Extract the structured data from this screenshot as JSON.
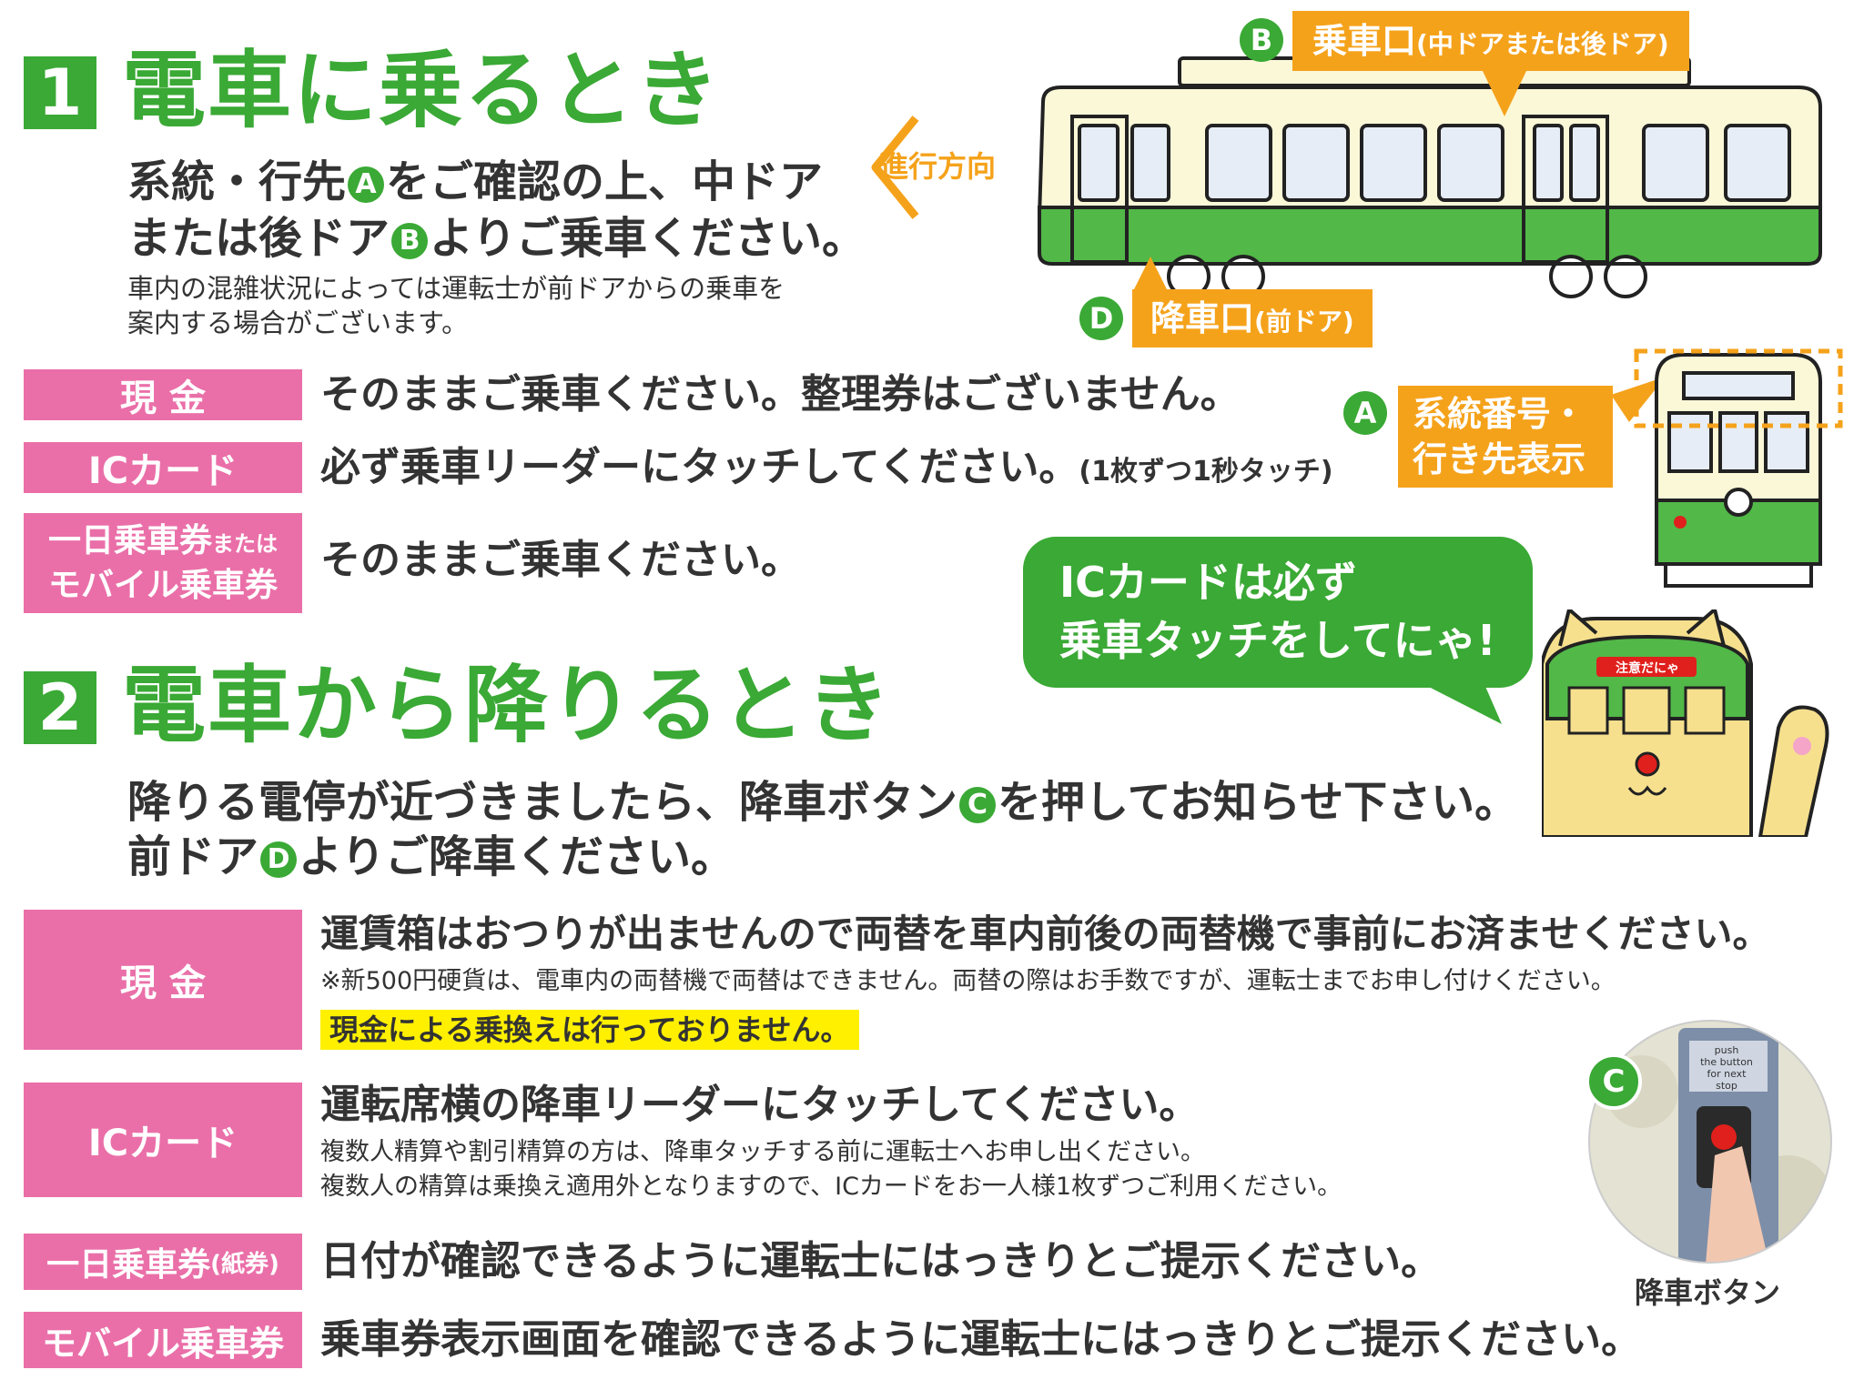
{
  "section1": {
    "number": "1",
    "title": "電車に乗るとき",
    "lead_line1_a": "系統・行先",
    "lead_line1_b": "をご確認の上、中ドア",
    "lead_line2_a": "または後ドア",
    "lead_line2_b": "よりご乗車ください。",
    "note_line1": "車内の混雑状況によっては運転士が前ドアからの乗車を",
    "note_line2": "案内する場合がございます。",
    "rows": [
      {
        "label": "現 金",
        "text": "そのままご乗車ください。整理券はございません。"
      },
      {
        "label": "ICカード",
        "text": "必ず乗車リーダーにタッチしてください。",
        "text_small": "(1枚ずつ1秒タッチ)"
      },
      {
        "label_line1": "一日乗車券",
        "label_line1_small": "または",
        "label_line2": "モバイル乗車券",
        "text": "そのままご乗車ください。"
      }
    ]
  },
  "markers": {
    "a": "A",
    "b": "B",
    "c": "C",
    "d": "D"
  },
  "tram": {
    "direction_label": "進行方向",
    "boarding_label": "乗車口",
    "boarding_sub": "(中ドアまたは後ドア)",
    "alighting_label": "降車口",
    "alighting_sub": "(前ドア)",
    "route_label_line1": "系統番号・",
    "route_label_line2": "行き先表示"
  },
  "bubble": {
    "line1": "ICカードは必ず",
    "line2": "乗車タッチをしてにゃ!"
  },
  "mascot": {
    "sign": "注意だにゃ"
  },
  "section2": {
    "number": "2",
    "title": "電車から降りるとき",
    "lead_line1_a": "降りる電停が近づきましたら、降車ボタン",
    "lead_line1_b": "を押してお知らせ下さい。",
    "lead_line2_a": "前ドア",
    "lead_line2_b": "よりご降車ください。",
    "rows": [
      {
        "label": "現 金",
        "text": "運賃箱はおつりが出ませんので両替を車内前後の両替機で事前にお済ませください。",
        "note": "※新500円硬貨は、電車内の両替機で両替はできません。両替の際はお手数ですが、運転士までお申し付けください。",
        "highlight": "現金による乗換えは行っておりません。"
      },
      {
        "label": "ICカード",
        "text": "運転席横の降車リーダーにタッチしてください。",
        "note1": "複数人精算や割引精算の方は、降車タッチする前に運転士へお申し出ください。",
        "note2": "複数人の精算は乗換え適用外となりますので、ICカードをお一人様1枚ずつご利用ください。"
      },
      {
        "label": "一日乗車券",
        "label_small": "(紙券)",
        "text": "日付が確認できるように運転士にはっきりとご提示ください。"
      },
      {
        "label": "モバイル乗車券",
        "text": "乗車券表示画面を確認できるように運転士にはっきりとご提示ください。"
      }
    ]
  },
  "button_photo": {
    "caption": "降車ボタン",
    "sign_line1": "push",
    "sign_line2": "the button",
    "sign_line3": "for next stop"
  },
  "colors": {
    "green": "#3aa935",
    "pink": "#ea6fa8",
    "orange": "#f5a21b",
    "yellow": "#fff000",
    "cream": "#fbf8d8"
  }
}
